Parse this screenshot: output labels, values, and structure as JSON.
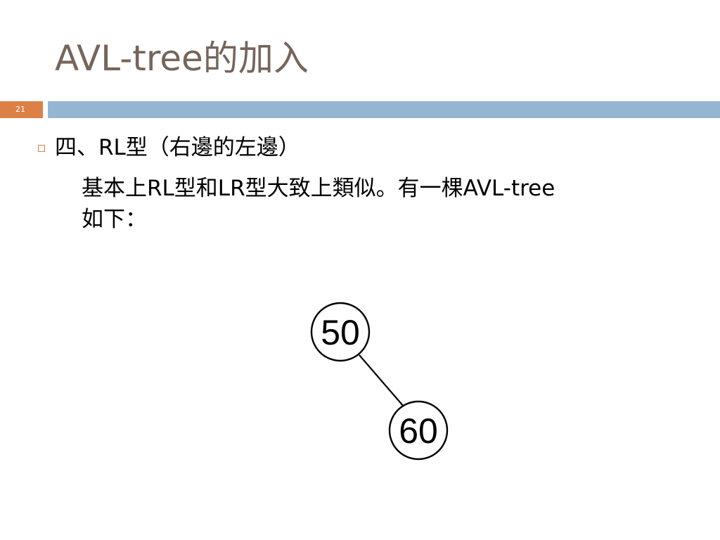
{
  "slide": {
    "title": "AVL-tree的加入",
    "number": "21",
    "bullet": "四、RL型（右邊的左邊）",
    "body_lines": [
      "基本上RL型和LR型大致上類似。有一棵AVL-tree",
      "如下："
    ]
  },
  "tree": {
    "nodes": [
      {
        "label": "50"
      },
      {
        "label": "60"
      }
    ],
    "edges": [
      {
        "from": "50",
        "to": "60"
      }
    ]
  },
  "colors": {
    "title": "#76655a",
    "accent_orange": "#dd8047",
    "accent_blue": "#94b6d2",
    "text": "#000000"
  }
}
